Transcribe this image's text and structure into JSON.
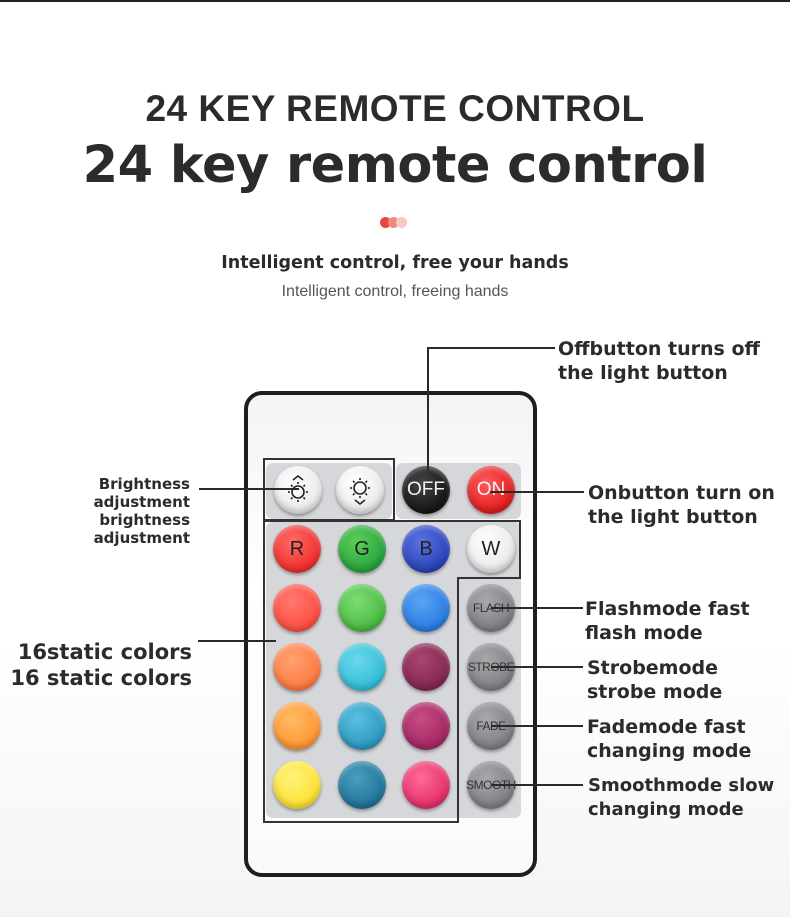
{
  "title_upper": "24 KEY REMOTE CONTROL",
  "title_lower": "24 key remote control",
  "accent_colors": [
    "#e8473c",
    "#f08a80",
    "#f6c9c4"
  ],
  "subtitle_bold": "Intelligent control, free your hands",
  "subtitle_light": "Intelligent control, freeing hands",
  "keys": {
    "brightness_up": {
      "icon": "brightness-up-icon"
    },
    "brightness_down": {
      "icon": "brightness-down-icon"
    },
    "off": "OFF",
    "on": "ON",
    "r": "R",
    "g": "G",
    "b": "B",
    "w": "W",
    "flash": "FLASH",
    "strobe": "STROBE",
    "fade": "FADE",
    "smooth": "SMOOTH"
  },
  "color_keys": [
    "#ff5148",
    "#52c34a",
    "#2e7ee6",
    "#ff8248",
    "#38c4db",
    "#8e2c5c",
    "#ff9c38",
    "#2e9dc4",
    "#b02c68",
    "#ffe62e",
    "#1f86a6",
    "#e8306a"
  ],
  "labels": {
    "off_1": "Offbutton turns off",
    "off_2": "the light button",
    "on_1": "Onbutton turn on",
    "on_2": "the light button",
    "brightness_1": "Brightness",
    "brightness_2": "adjustment",
    "brightness_3": "brightness",
    "brightness_4": "adjustment",
    "static_1": "16static colors",
    "static_2": "16 static colors",
    "flash_1": "Flashmode fast",
    "flash_2": "flash mode",
    "strobe_1": "Strobemode",
    "strobe_2": "strobe mode",
    "fade_1": "Fademode fast",
    "fade_2": "changing mode",
    "smooth_1": "Smoothmode slow",
    "smooth_2": "changing mode"
  }
}
